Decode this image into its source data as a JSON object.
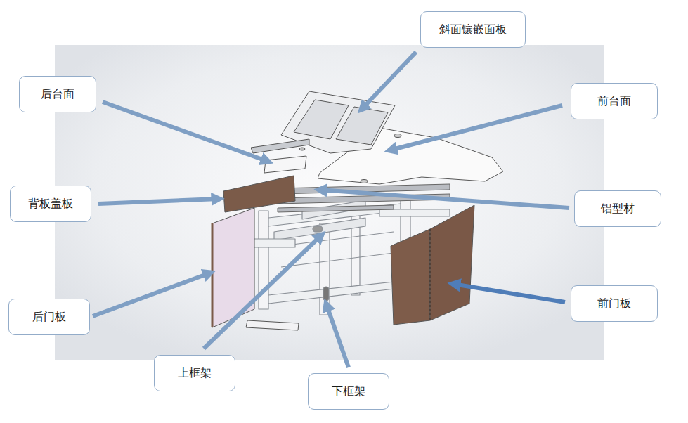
{
  "diagram": {
    "nodes": [
      {
        "text": [
          "斜面镶嵌面板"
        ]
      },
      {
        "text": [
          "后台面"
        ]
      },
      {
        "text": [
          "前台面"
        ]
      },
      {
        "text": [
          "背板盖板"
        ]
      },
      {
        "text": [
          "铝型材"
        ]
      },
      {
        "text": [
          "前门板"
        ]
      },
      {
        "text": [
          "后门板"
        ]
      },
      {
        "text": [
          "上框架"
        ]
      },
      {
        "text": [
          "下框架"
        ]
      }
    ]
  }
}
